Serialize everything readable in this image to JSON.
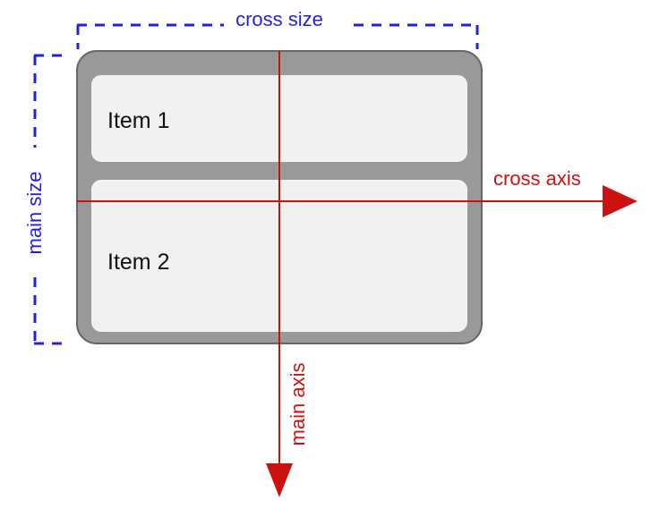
{
  "diagram": {
    "title": "flex-direction column axes diagram",
    "colors": {
      "background": "#ffffff",
      "container_fill": "#999999",
      "container_stroke": "#666666",
      "item_fill": "#f1f1f1",
      "item_stroke": "#9a9a9a",
      "measure_blue": "#2222dd",
      "axis_red": "#cc1111",
      "item_text": "#111111"
    },
    "items": [
      {
        "label": "Item 1"
      },
      {
        "label": "Item 2"
      }
    ],
    "measures": [
      {
        "name": "cross-size",
        "label": "cross size",
        "orientation": "horizontal"
      },
      {
        "name": "main-size",
        "label": "main size",
        "orientation": "vertical"
      }
    ],
    "axes": [
      {
        "name": "cross-axis",
        "label": "cross axis",
        "direction": "right"
      },
      {
        "name": "main-axis",
        "label": "main axis",
        "direction": "down"
      }
    ]
  }
}
